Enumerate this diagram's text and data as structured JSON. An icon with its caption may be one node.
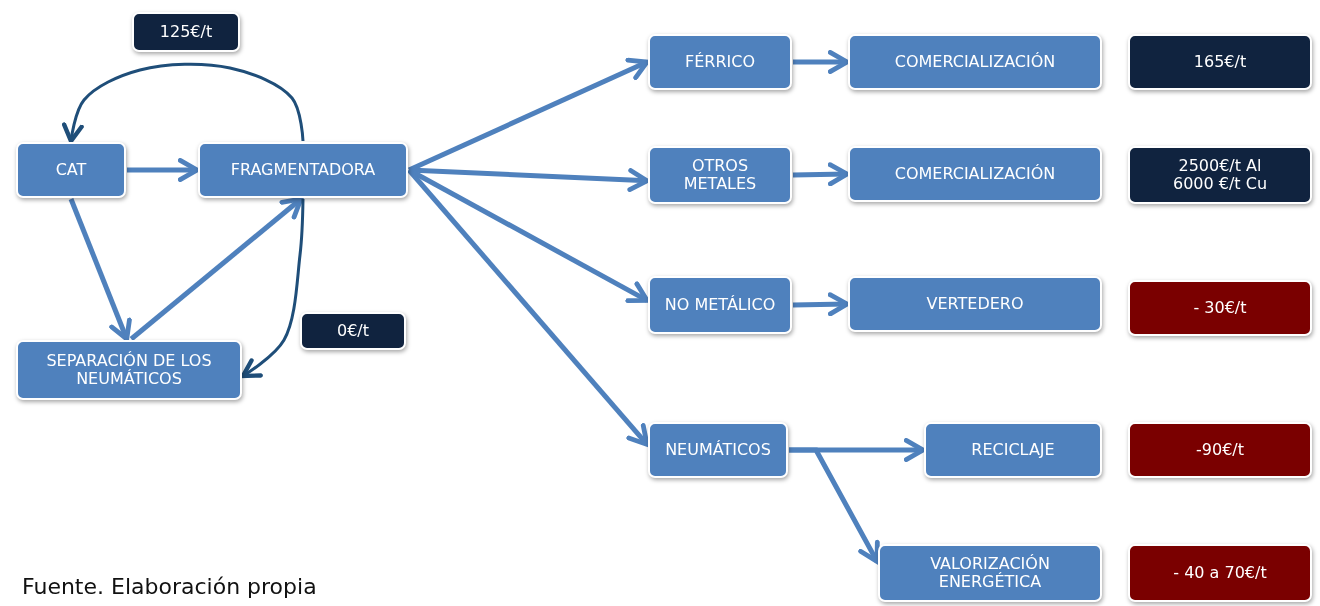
{
  "diagram": {
    "caption": "Fuente. Elaboración propia",
    "nodes": [
      {
        "text": [
          "CAT"
        ]
      },
      {
        "text": [
          "FRAGMENTADORA"
        ]
      },
      {
        "text": [
          "SEPARACIÓN DE LOS NEUMÁTICOS"
        ]
      },
      {
        "text": [
          "125€/t"
        ]
      },
      {
        "text": [
          "0€/t"
        ]
      },
      {
        "text": [
          "FÉRRICO"
        ]
      },
      {
        "text": [
          "COMERCIALIZACIÓN"
        ]
      },
      {
        "text": [
          "165€/t"
        ]
      },
      {
        "text": [
          "OTROS METALES"
        ]
      },
      {
        "text": [
          "COMERCIALIZACIÓN"
        ]
      },
      {
        "text": [
          "2500€/t Al 6000 €/t Cu"
        ]
      },
      {
        "text": [
          "NO METÁLICO"
        ]
      },
      {
        "text": [
          "VERTEDERO"
        ]
      },
      {
        "text": [
          "- 30€/t"
        ]
      },
      {
        "text": [
          "NEUMÁTICOS"
        ]
      },
      {
        "text": [
          "RECICLAJE"
        ]
      },
      {
        "text": [
          "-90€/t"
        ]
      },
      {
        "text": [
          "VALORIZACIÓN ENERGÉTICA"
        ]
      },
      {
        "text": [
          "- 40 a 70€/t"
        ]
      }
    ],
    "edges": [
      {
        "from": 0,
        "to": 1,
        "arrow": "to"
      },
      {
        "from": 1,
        "to": 0,
        "arrow": "to",
        "color": "#1f4e79"
      },
      {
        "from": 0,
        "to": 2,
        "arrow": "to"
      },
      {
        "from": 2,
        "to": 1,
        "arrow": "to"
      },
      {
        "from": 1,
        "to": 2,
        "arrow": "to",
        "color": "#1f4e79"
      },
      {
        "from": 1,
        "to": 5,
        "arrow": "to"
      },
      {
        "from": 1,
        "to": 8,
        "arrow": "to"
      },
      {
        "from": 1,
        "to": 11,
        "arrow": "to"
      },
      {
        "from": 1,
        "to": 14,
        "arrow": "to"
      },
      {
        "from": 5,
        "to": 6,
        "arrow": "to"
      },
      {
        "from": 8,
        "to": 9,
        "arrow": "to"
      },
      {
        "from": 11,
        "to": 12,
        "arrow": "to"
      },
      {
        "from": 14,
        "to": 15,
        "arrow": "to"
      },
      {
        "from": 14,
        "to": 17,
        "arrow": "to"
      }
    ]
  }
}
